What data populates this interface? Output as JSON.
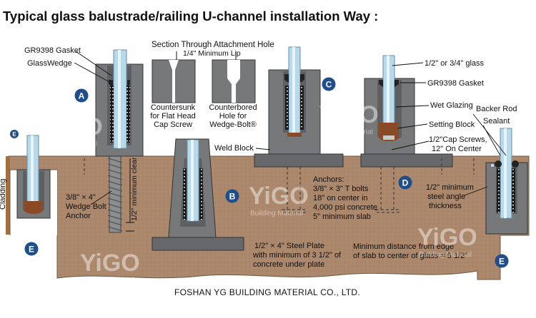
{
  "title": "Typical glass balustrade/railing U-channel installation Way :",
  "footer": "FOSHAN YG BUILDING MATERIAL CO., LTD.",
  "watermark": {
    "brand": "YiGO",
    "sub": "Building Material"
  },
  "badges": [
    "A",
    "B",
    "C",
    "D",
    "E",
    "E",
    "E"
  ],
  "colors": {
    "concrete": "#ab876c",
    "channel": "#77787a",
    "glass": "#b6d9ec",
    "badge": "#1f4e8c",
    "plate": "#66686b",
    "gasket": "#1a1a1a",
    "block": "#8a4a25"
  },
  "section": {
    "title": "Section Through Attachment Hole",
    "lip": "1/4\" Minimum Lip",
    "left_caption": [
      "Countersunk",
      "for Flat Head",
      "Cap Screw"
    ],
    "right_caption": [
      "Counterbored",
      "Hole for",
      "Wedge-Bolt®"
    ]
  },
  "labels": {
    "gasket_a": "GR9398 Gasket",
    "glasswedge": "GlassWedge",
    "wedge_bolt": [
      "3/8\" × 4\"",
      "Wedge Bolt",
      "Anchor"
    ],
    "min_clear": "1/2\" minimum clear",
    "cladding": "Cladding",
    "weld_block": "Weld Block",
    "anchors": [
      "Anchors:",
      "3/8\" × 3\" T bolts",
      "18\" on center in",
      "4,000 psi concrete",
      "5\" minimum slab"
    ],
    "glass": "1/2\" or 3/4\" glass",
    "gasket_d": "GR9398 Gasket",
    "wet_glazing": "Wet Glazing",
    "setting_block": "Setting Block",
    "cap_screws": [
      "1/2\"Cap Screws,",
      "12\" On Center"
    ],
    "backer_rod": "Backer Rod",
    "sealant": "Sealant",
    "steel_angle": [
      "1/2\" minimum",
      "steel angle",
      "thickness"
    ],
    "steel_plate": [
      "1/2\" × 4\" Steel Plate",
      "with minimum of 3 1/2\" of",
      "concrete under plate"
    ],
    "min_distance": [
      "Minimum distance from edge",
      "of slab to center of glass = 5 1/2\""
    ]
  }
}
